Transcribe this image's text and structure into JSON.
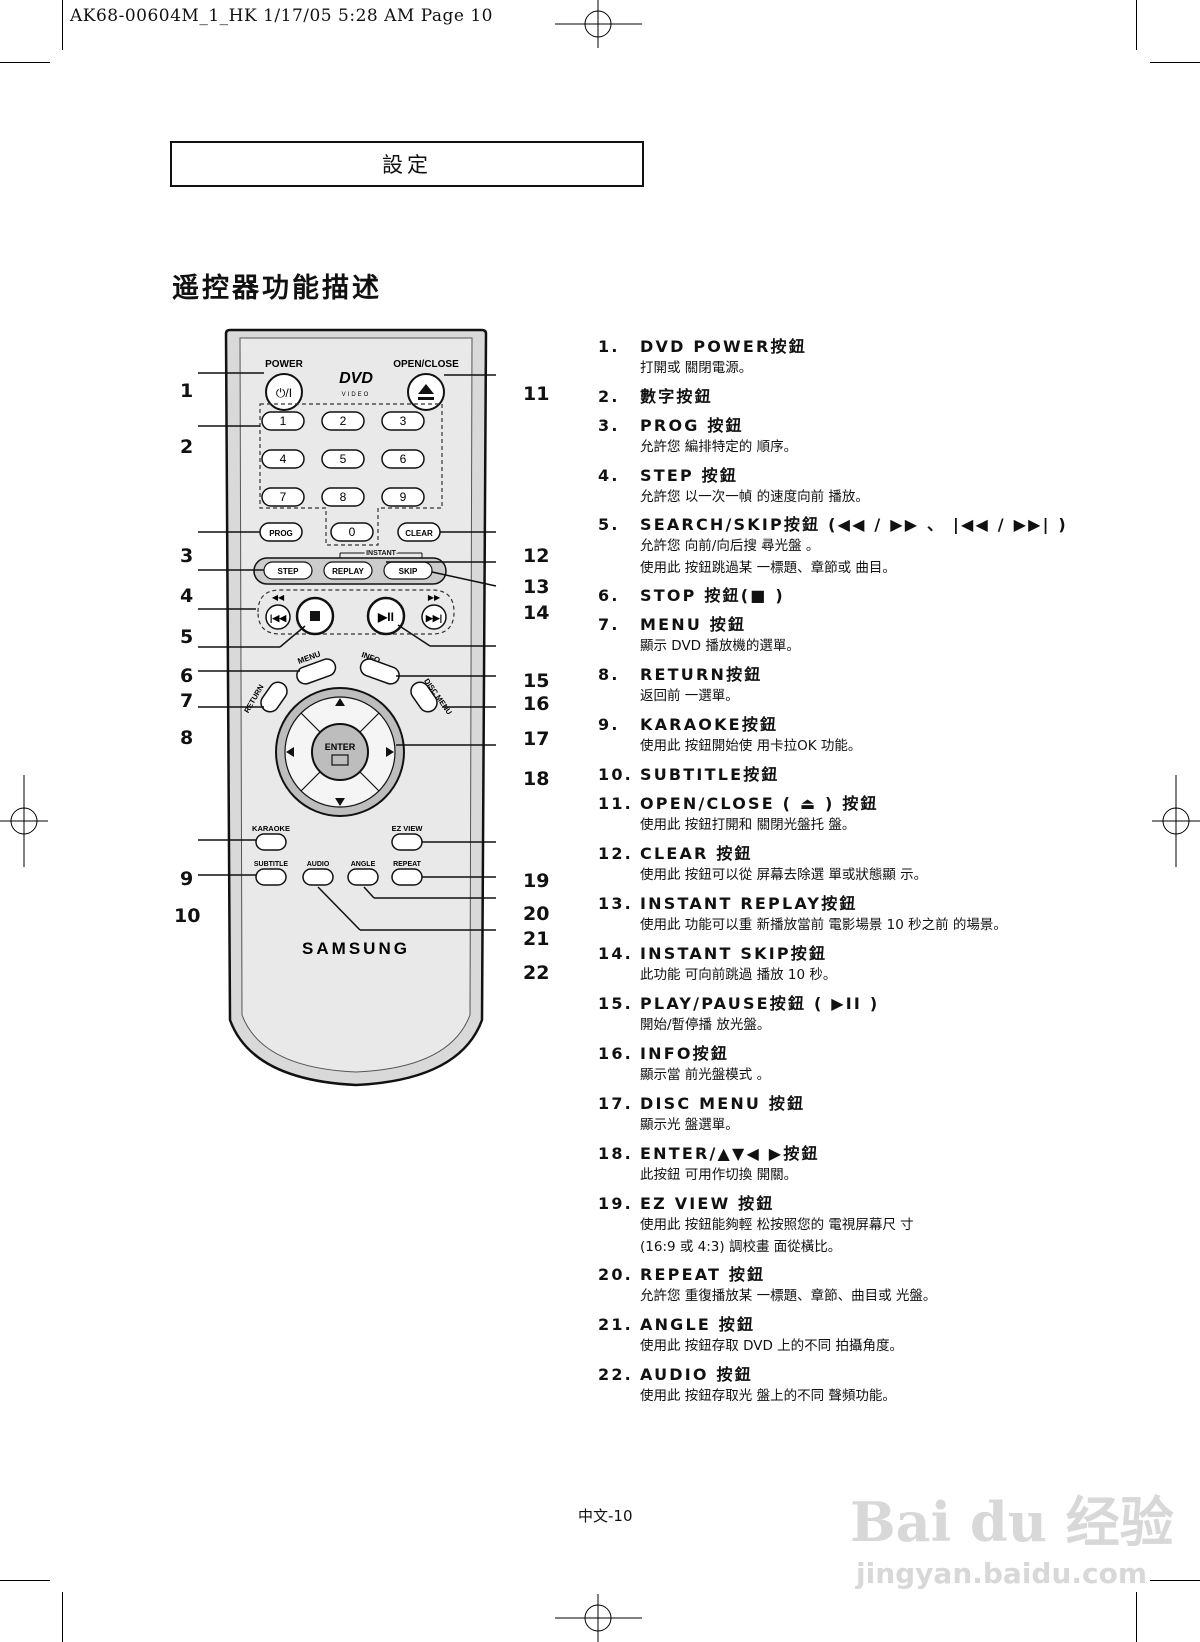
{
  "header_meta": "AK68-00604M_1_HK  1/17/05  5:28 AM  Page 10",
  "section_title": "設定",
  "page_title": "遥控器功能描述",
  "remote": {
    "labels": {
      "power": "POWER",
      "open_close": "OPEN/CLOSE",
      "prog": "PROG",
      "clear": "CLEAR",
      "instant": "INSTANT",
      "step": "STEP",
      "replay": "REPLAY",
      "skip": "SKIP",
      "menu": "MENU",
      "info": "INFO",
      "return": "RETURN",
      "disc_menu": "DISC MENU",
      "enter": "ENTER",
      "karaoke": "KARAOKE",
      "ez_view": "EZ VIEW",
      "subtitle": "SUBTITLE",
      "audio": "AUDIO",
      "angle": "ANGLE",
      "repeat": "REPEAT",
      "brand": "SAMSUNG",
      "dvd_logo": "DVD",
      "dvd_sub": "VIDEO",
      "power_symbol": "⏻/I"
    },
    "digits": [
      "1",
      "2",
      "3",
      "4",
      "5",
      "6",
      "7",
      "8",
      "9",
      "0"
    ],
    "callouts_left": [
      "1",
      "2",
      "3",
      "4",
      "5",
      "6",
      "7",
      "8",
      "9",
      "10"
    ],
    "callouts_right": [
      "11",
      "12",
      "13",
      "14",
      "15",
      "16",
      "17",
      "18",
      "19",
      "20",
      "21",
      "22"
    ]
  },
  "items": [
    {
      "num": "1.",
      "title": "DVD POWER按鈕",
      "desc": [
        "打開或 關閉電源。"
      ]
    },
    {
      "num": "2.",
      "title": "數字按鈕",
      "desc": []
    },
    {
      "num": "3.",
      "title": "PROG 按鈕",
      "desc": [
        "允許您 編排特定的 順序。"
      ]
    },
    {
      "num": "4.",
      "title": "STEP 按鈕",
      "desc": [
        "允許您 以一次一幀 的速度向前 播放。"
      ]
    },
    {
      "num": "5.",
      "title": "SEARCH/SKIP按鈕 (◀◀ / ▶▶ 、 |◀◀ / ▶▶| )",
      "desc": [
        "允許您 向前/向后搜 尋光盤 。",
        "使用此 按鈕跳過某 一標題、章節或 曲目。"
      ]
    },
    {
      "num": "6.",
      "title": "STOP 按鈕(■ )",
      "desc": []
    },
    {
      "num": "7.",
      "title": "MENU 按鈕",
      "desc": [
        "顯示 DVD 播放機的選單。"
      ]
    },
    {
      "num": "8.",
      "title": "RETURN按鈕",
      "desc": [
        "返回前 一選單。"
      ]
    },
    {
      "num": "9.",
      "title": "KARAOKE按鈕",
      "desc": [
        "使用此 按鈕開始使 用卡拉OK 功能。"
      ]
    },
    {
      "num": "10.",
      "title": "SUBTITLE按鈕",
      "desc": []
    },
    {
      "num": "11.",
      "title": "OPEN/CLOSE ( ⏏ ) 按鈕",
      "desc": [
        "使用此 按鈕打開和 關閉光盤托 盤。"
      ]
    },
    {
      "num": "12.",
      "title": "CLEAR 按鈕",
      "desc": [
        "使用此 按鈕可以從 屏幕去除選 單或狀態顯 示。"
      ]
    },
    {
      "num": "13.",
      "title": "INSTANT REPLAY按鈕",
      "desc": [
        "使用此 功能可以重 新播放當前 電影場景 10 秒之前 的場景。"
      ]
    },
    {
      "num": "14.",
      "title": "INSTANT SKIP按鈕",
      "desc": [
        "此功能 可向前跳過 播放 10 秒。"
      ]
    },
    {
      "num": "15.",
      "title": "PLAY/PAUSE按鈕 ( ▶II )",
      "desc": [
        "開始/暫停播 放光盤。"
      ]
    },
    {
      "num": "16.",
      "title": "INFO按鈕",
      "desc": [
        "顯示當 前光盤模式 。"
      ]
    },
    {
      "num": "17.",
      "title": "DISC MENU 按鈕",
      "desc": [
        "顯示光 盤選單。"
      ]
    },
    {
      "num": "18.",
      "title": "ENTER/▲▼◀ ▶按鈕",
      "desc": [
        "此按鈕 可用作切換 開關。"
      ]
    },
    {
      "num": "19.",
      "title": "EZ VIEW 按鈕",
      "desc": [
        "使用此 按鈕能夠輕 松按照您的 電視屏幕尺 寸",
        "(16:9 或 4:3) 調校畫 面從橫比。"
      ]
    },
    {
      "num": "20.",
      "title": "REPEAT 按鈕",
      "desc": [
        "允許您 重復播放某 一標題、章節、曲目或 光盤。"
      ]
    },
    {
      "num": "21.",
      "title": "ANGLE 按鈕",
      "desc": [
        "使用此 按鈕存取 DVD 上的不同 拍攝角度。"
      ]
    },
    {
      "num": "22.",
      "title": "AUDIO 按鈕",
      "desc": [
        "使用此 按鈕存取光 盤上的不同 聲頻功能。"
      ]
    }
  ],
  "footer": "中文-10",
  "watermark": {
    "line1": "Bai du 经验",
    "line2": "jingyan.baidu.com"
  }
}
